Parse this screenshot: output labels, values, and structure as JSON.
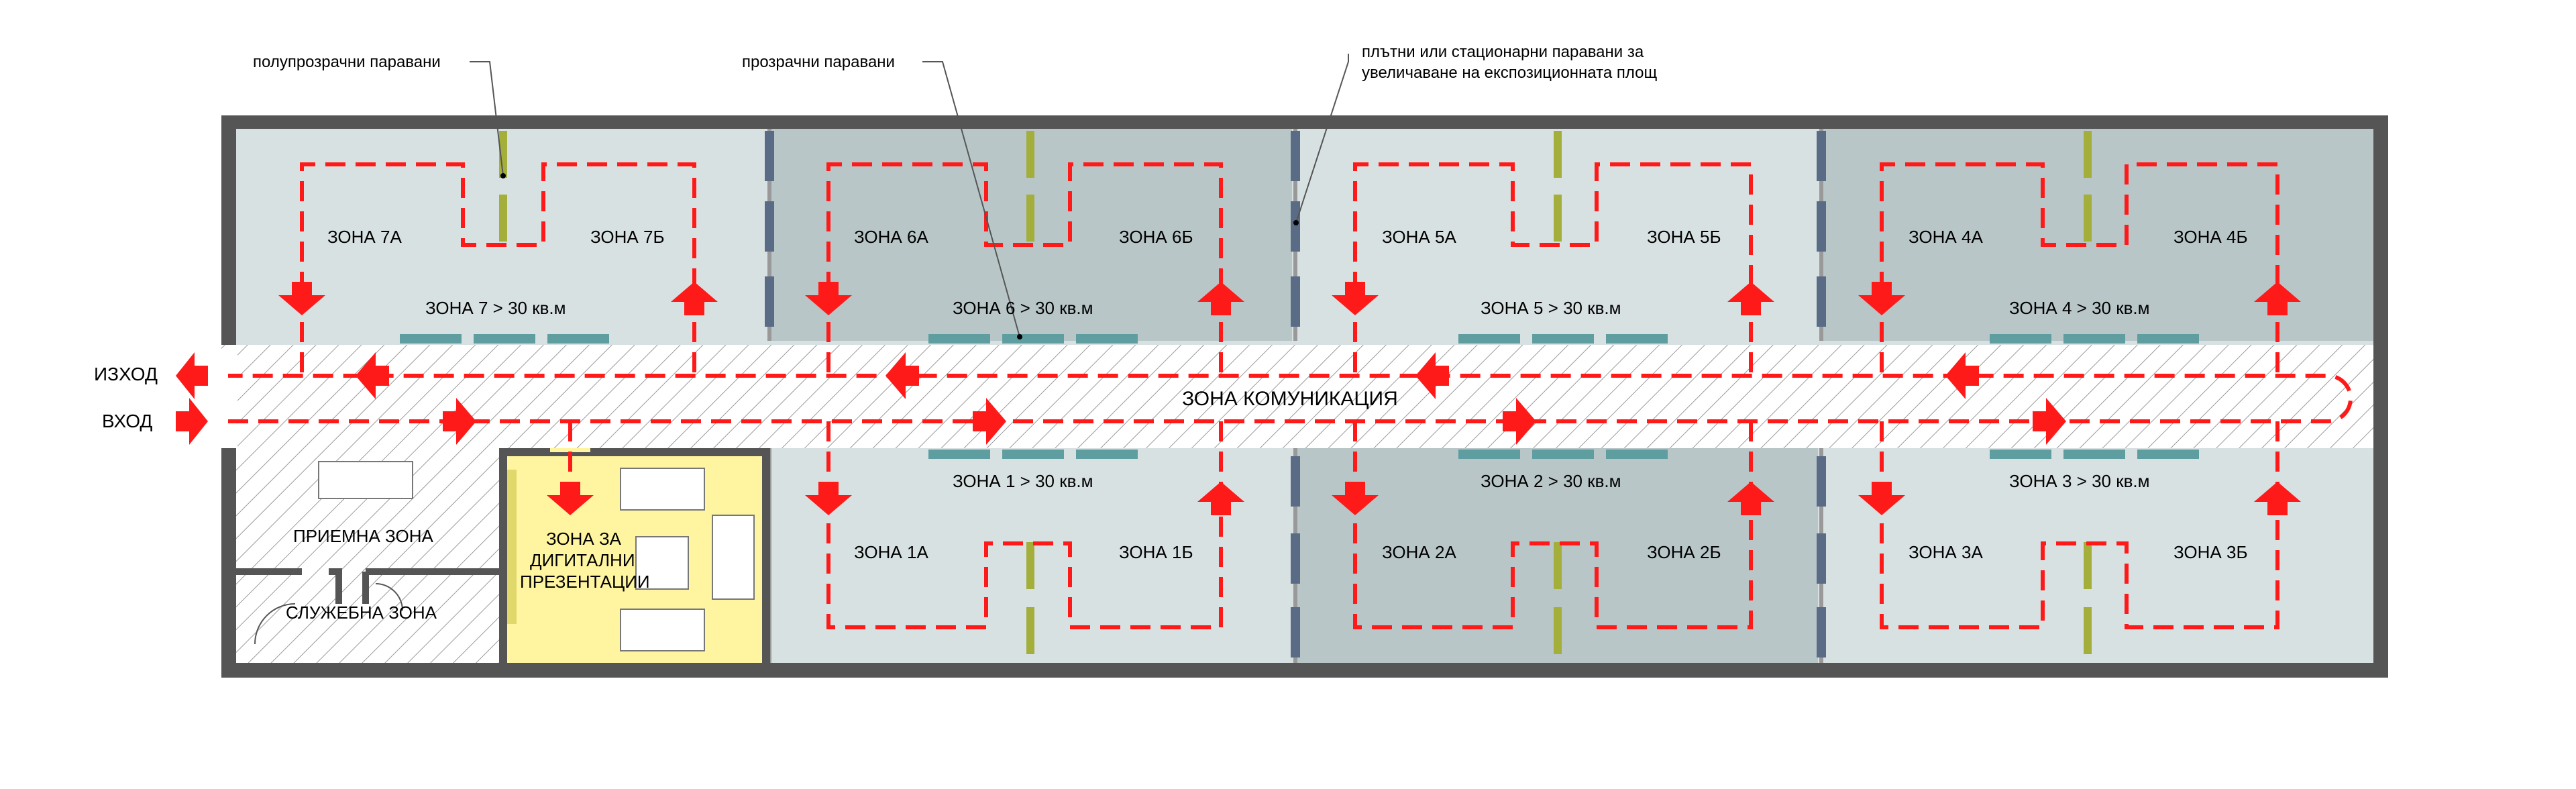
{
  "annotations": {
    "translucent": "полупрозрачни паравани",
    "transparent": "прозрачни паравани",
    "solid_line1": "плътни или стационарни паравани за",
    "solid_line2": "увеличаване на експозиционната площ"
  },
  "exit_label": "ИЗХОД",
  "entry_label": "ВХОД",
  "corridor_label": "ЗОНА КОМУНИКАЦИЯ",
  "reception_label": "ПРИЕМНА ЗОНА",
  "service_label": "СЛУЖЕБНА ЗОНА",
  "digital": {
    "line1": "ЗОНА ЗА",
    "line2": "ДИГИТАЛНИ",
    "line3": "ПРЕЗЕНТАЦИИ"
  },
  "zones": {
    "z7": {
      "left": "ЗОНА 7А",
      "right": "ЗОНА 7Б",
      "area": "ЗОНА 7 > 30 кв.м"
    },
    "z6": {
      "left": "ЗОНА 6А",
      "right": "ЗОНА 6Б",
      "area": "ЗОНА 6 > 30 кв.м"
    },
    "z5": {
      "left": "ЗОНА 5А",
      "right": "ЗОНА 5Б",
      "area": "ЗОНА 5 > 30 кв.м"
    },
    "z4": {
      "left": "ЗОНА 4А",
      "right": "ЗОНА 4Б",
      "area": "ЗОНА 4 > 30 кв.м"
    },
    "z1": {
      "left": "ЗОНА 1А",
      "right": "ЗОНА 1Б",
      "area": "ЗОНА 1 > 30 кв.м"
    },
    "z2": {
      "left": "ЗОНА 2А",
      "right": "ЗОНА 2Б",
      "area": "ЗОНА 2 > 30 кв.м"
    },
    "z3": {
      "left": "ЗОНА 3А",
      "right": "ЗОНА 3Б",
      "area": "ЗОНА 3 > 30 кв.м"
    }
  },
  "colors": {
    "wall": "#555555",
    "zone_light": "#d8e1e2",
    "zone_dark": "#b8c6c8",
    "digital_fill": "#fff5a0",
    "route": "#ff1a1a",
    "translucent_screen": "#a4ae3a",
    "solid_screen": "#5a6b86",
    "showcase": "#5f9ea0"
  }
}
